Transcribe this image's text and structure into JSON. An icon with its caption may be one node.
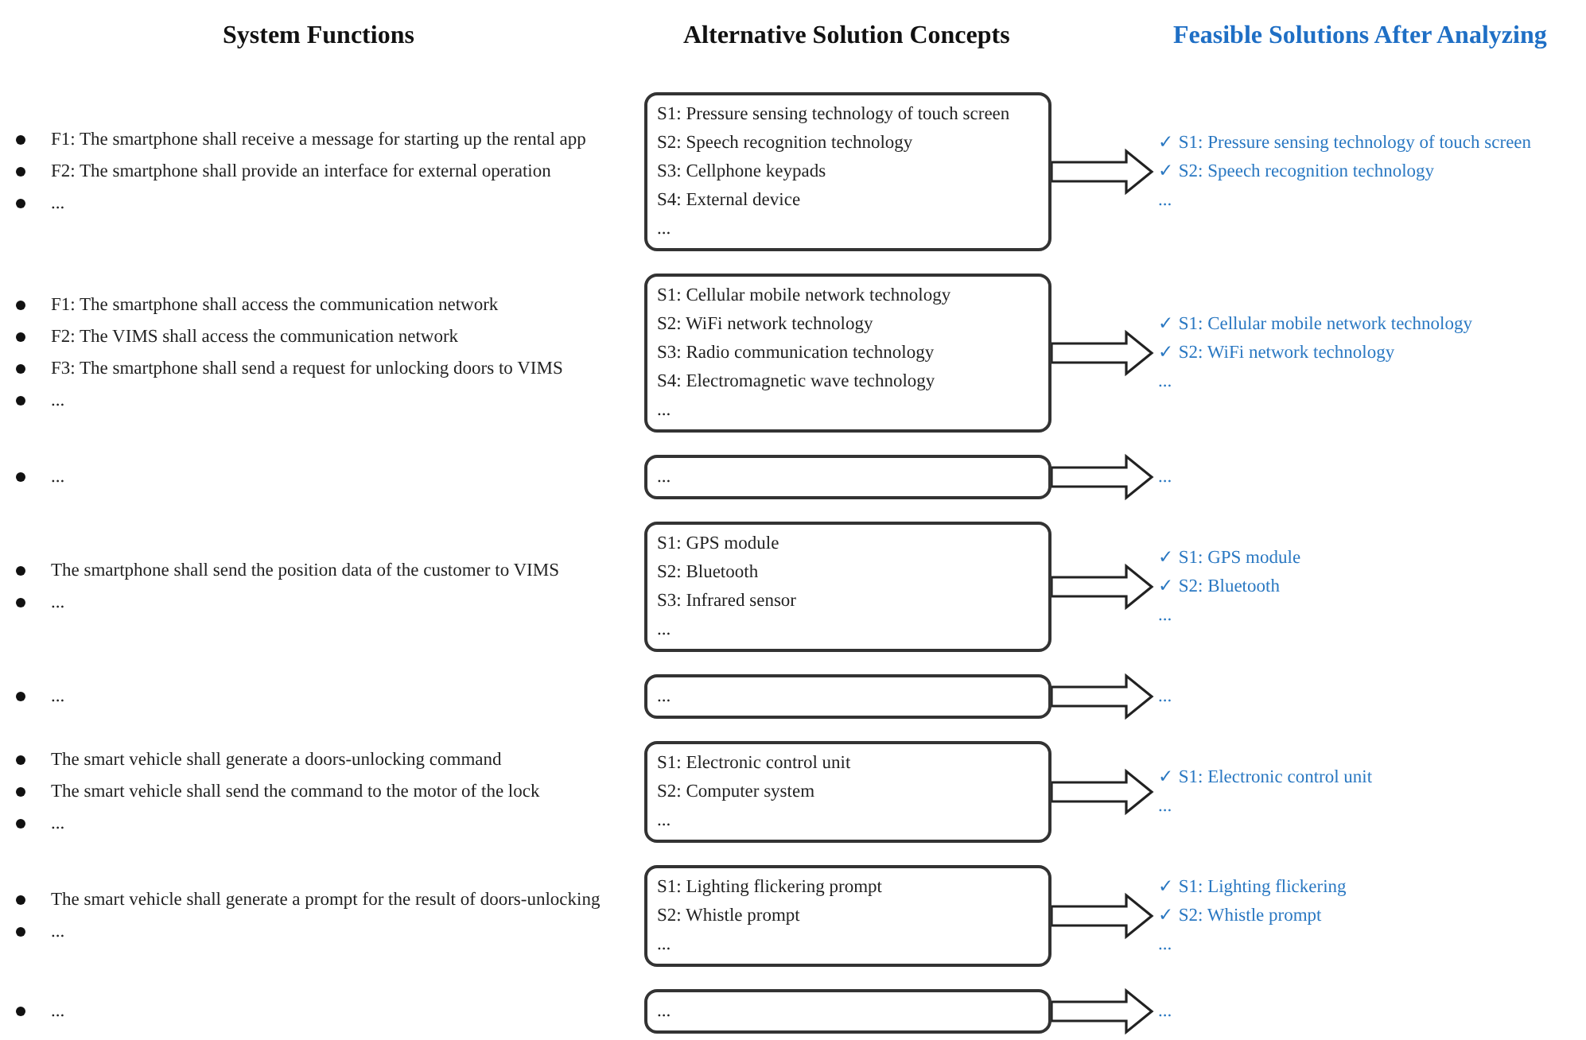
{
  "diagram": {
    "nodes": [
      {
        "text": [
          "S1: Pressure sensing technology of touch screen",
          "S2: Speech recognition technology",
          "S3: Cellphone keypads",
          "S4: External device",
          "..."
        ]
      },
      {
        "text": [
          "✓ S1: Pressure sensing technology of touch screen",
          "✓ S2: Speech recognition technology",
          "..."
        ]
      },
      {
        "text": [
          "S1: Cellular mobile network technology",
          "S2: WiFi network technology",
          "S3: Radio communication technology",
          "S4: Electromagnetic wave technology",
          "..."
        ]
      },
      {
        "text": [
          "✓ S1: Cellular mobile network technology",
          "✓ S2: WiFi network technology",
          "..."
        ]
      },
      {
        "text": [
          "..."
        ]
      },
      {
        "text": [
          "..."
        ]
      },
      {
        "text": [
          "S1: GPS module",
          "S2: Bluetooth",
          "S3: Infrared sensor",
          "..."
        ]
      },
      {
        "text": [
          "✓ S1: GPS module",
          "✓ S2: Bluetooth",
          "..."
        ]
      },
      {
        "text": [
          "..."
        ]
      },
      {
        "text": [
          "..."
        ]
      },
      {
        "text": [
          "S1: Electronic control unit",
          "S2: Computer system",
          "..."
        ]
      },
      {
        "text": [
          "✓ S1: Electronic control unit",
          "..."
        ]
      },
      {
        "text": [
          "S1: Lighting flickering prompt",
          "S2: Whistle prompt",
          "..."
        ]
      },
      {
        "text": [
          "✓ S1: Lighting flickering",
          "✓ S2: Whistle prompt",
          "..."
        ]
      },
      {
        "text": [
          "..."
        ]
      },
      {
        "text": [
          "..."
        ]
      }
    ],
    "edges": [
      {
        "from": 0,
        "to": 1,
        "arrow": "to"
      },
      {
        "from": 2,
        "to": 3,
        "arrow": "to"
      },
      {
        "from": 4,
        "to": 5,
        "arrow": "to"
      },
      {
        "from": 6,
        "to": 7,
        "arrow": "to"
      },
      {
        "from": 8,
        "to": 9,
        "arrow": "to"
      },
      {
        "from": 10,
        "to": 11,
        "arrow": "to"
      },
      {
        "from": 12,
        "to": 13,
        "arrow": "to"
      },
      {
        "from": 14,
        "to": 15,
        "arrow": "to"
      }
    ],
    "labels": [
      "System Functions",
      "Alternative Solution Concepts",
      "Feasible Solutions After Analyzing",
      "F1: The smartphone shall receive a message for starting up the rental app",
      "F2: The smartphone shall provide an interface for external operation",
      "...",
      "F1: The smartphone shall access the communication network",
      "F2: The VIMS shall access the communication network",
      "F3: The smartphone shall send a request for unlocking doors to VIMS",
      "...",
      "...",
      "The smartphone shall send the position data of  the customer to VIMS",
      "...",
      "...",
      "The smart vehicle shall generate a doors-unlocking  command",
      "The smart vehicle shall send the command to the motor of the lock",
      "...",
      "The smart vehicle shall generate a prompt for the result of doors-unlocking",
      "...",
      "..."
    ]
  }
}
